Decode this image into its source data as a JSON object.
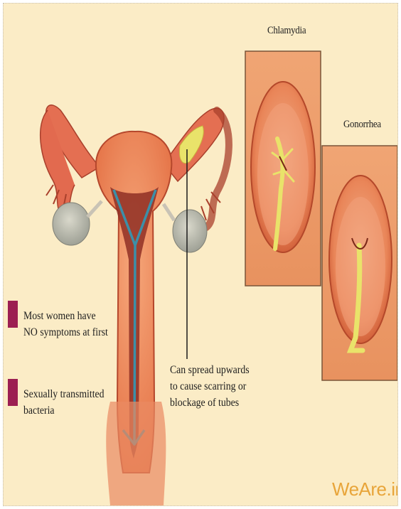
{
  "labels": {
    "chlamydia": "Chlamydia",
    "gonorrhea": "Gonorrhea"
  },
  "notes": {
    "symptoms": [
      "Most women have",
      "NO symptoms at first"
    ],
    "bacteria": [
      "Sexually transmitted",
      "bacteria"
    ],
    "spread": [
      "Can spread upwards",
      "to cause scarring or",
      "blockage of tubes"
    ]
  },
  "watermark": "WeAre.ir",
  "colors": {
    "background": "#fbecc6",
    "bullet": "#9c1f52",
    "watermark": "#e8a53a",
    "tissue": "#ef8a5c",
    "infection": "#e9e36a",
    "fluid": "#3c8fa8"
  }
}
